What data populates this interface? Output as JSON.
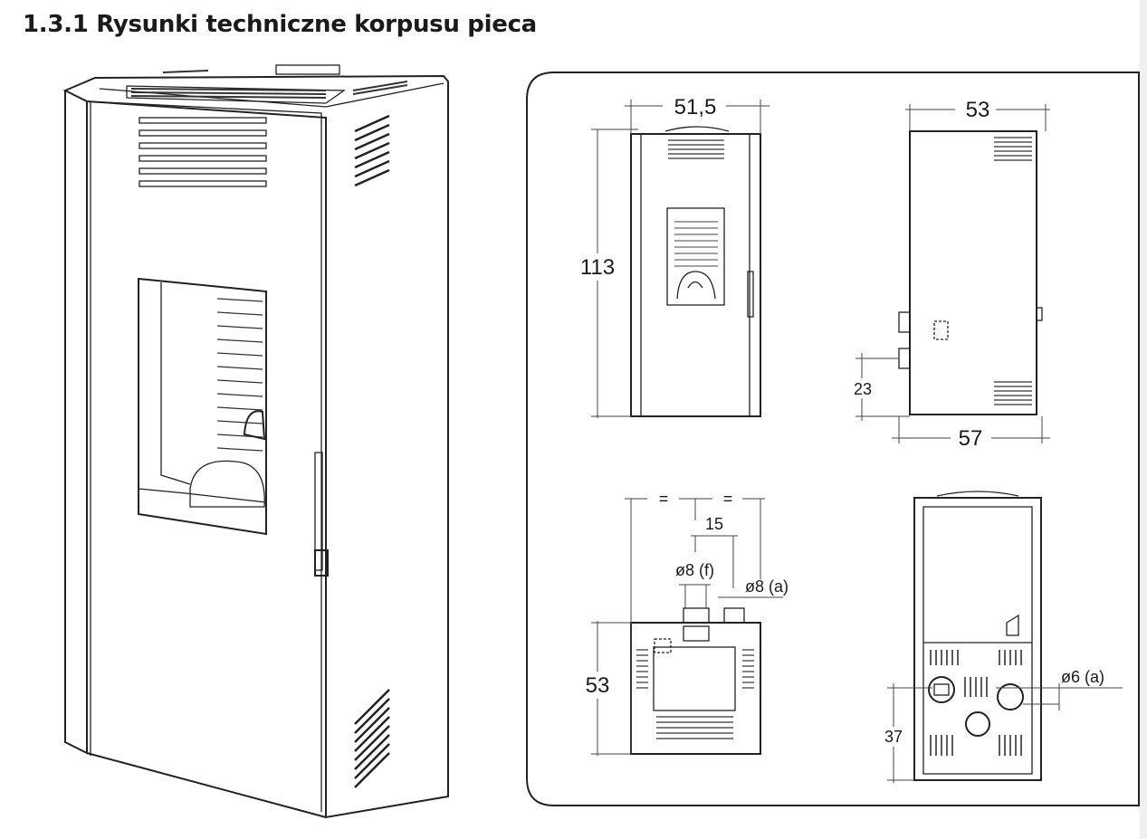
{
  "title": "1.3.1  Rysunki techniczne korpusu pieca",
  "front_view": {
    "width": "51,5",
    "height": "113"
  },
  "side_view": {
    "depth_top": "53",
    "depth_bottom": "57",
    "flue_height": "23"
  },
  "top_view": {
    "equal_left": "=",
    "equal_right": "=",
    "offset": "15",
    "pipe_f": "ø8 (f)",
    "pipe_a": "ø8 (a)",
    "depth": "53"
  },
  "rear_view": {
    "pipe_a": "ø6 (a)",
    "height": "37"
  }
}
